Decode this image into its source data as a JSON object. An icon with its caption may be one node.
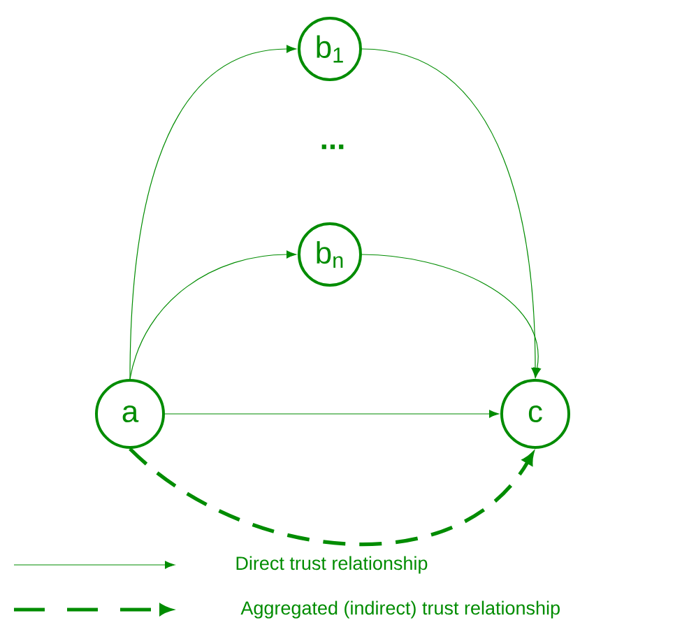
{
  "diagram": {
    "nodes": [
      {
        "text": [
          "b$_{1}$"
        ]
      },
      {
        "text": [
          "b$_{n}$"
        ]
      },
      {
        "text": [
          "a"
        ]
      },
      {
        "text": [
          "c"
        ]
      }
    ],
    "edges": [
      {
        "from": 2,
        "to": 0,
        "arrow": "to"
      },
      {
        "from": 0,
        "to": 3,
        "arrow": "to"
      },
      {
        "from": 2,
        "to": 1,
        "arrow": "to"
      },
      {
        "from": 1,
        "to": 3,
        "arrow": "to"
      },
      {
        "from": 2,
        "to": 3,
        "arrow": "to"
      },
      {
        "from": 2,
        "to": 3,
        "arrow": "to",
        "style": "dashed"
      }
    ],
    "labels": [
      "..."
    ],
    "legend": [
      {
        "text": "Direct trust relationship"
      },
      {
        "text": "Aggregated (indirect) trust relationship"
      }
    ]
  }
}
